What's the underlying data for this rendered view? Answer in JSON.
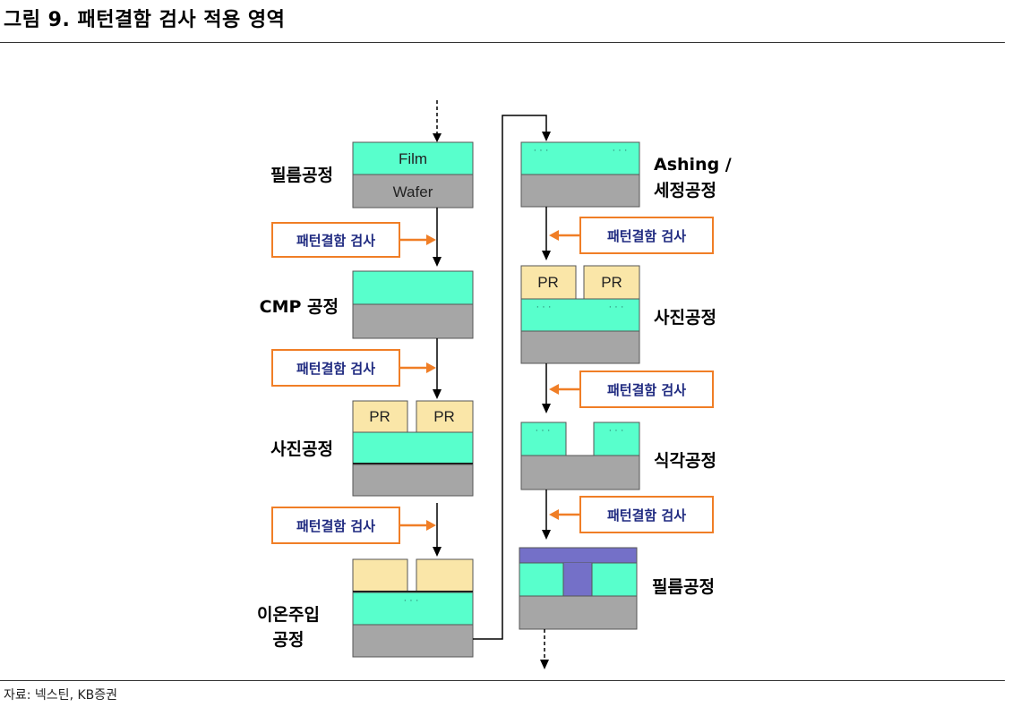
{
  "header": {
    "title": "그림 9. 패턴결함 검사 적용 영역"
  },
  "footer": {
    "source": "자료: 넥스틴, KB증권"
  },
  "diagram": {
    "inspection_label": "패턴결함 검사",
    "left_steps": [
      "필름공정",
      "CMP 공정",
      "사진공정",
      "이온주입",
      "공정"
    ],
    "right_steps": [
      "Ashing /",
      "세정공정",
      "사진공정",
      "식각공정",
      "필름공정"
    ],
    "film_label": "Film",
    "wafer_label": "Wafer",
    "pr_label": "PR",
    "dots": "· · ·"
  },
  "colors": {
    "film": "#58ffcc",
    "wafer": "#a6a6a6",
    "pr": "#fae6a8",
    "metal": "#7470c8",
    "inspection_border": "#f07e26",
    "inspection_text": "#1f2a80"
  }
}
